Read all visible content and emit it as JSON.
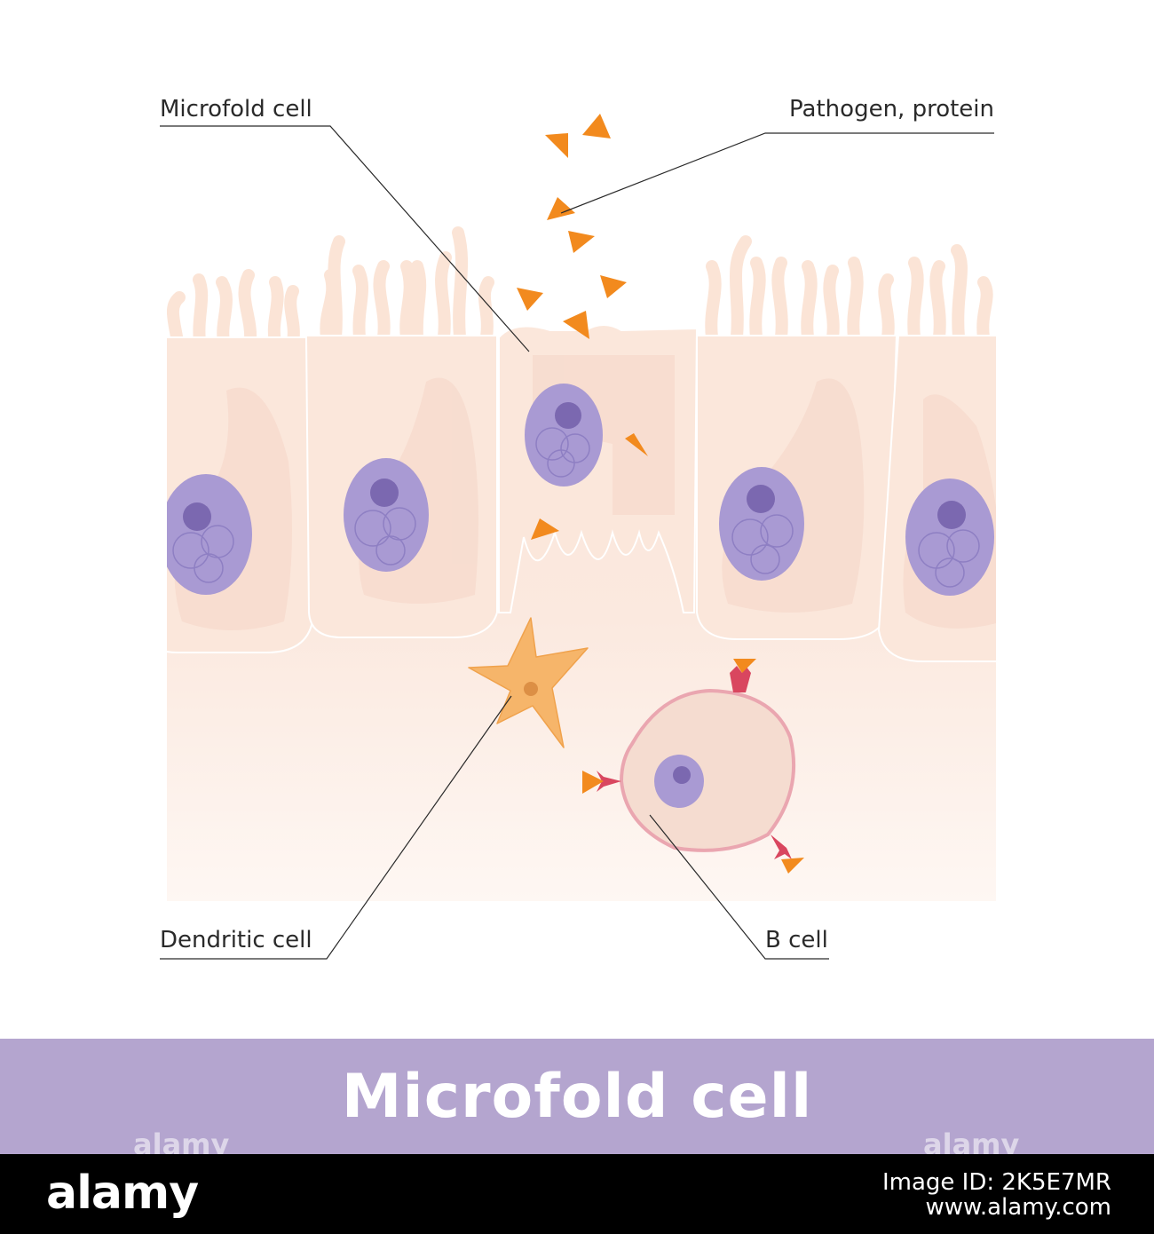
{
  "labels": {
    "microfold_cell": "Microfold cell",
    "pathogen_protein": "Pathogen, protein",
    "dendritic_cell": "Dendritic cell",
    "b_cell": "B cell"
  },
  "title": "Microfold cell",
  "watermark": "alamy",
  "footer": {
    "logo": "alamy",
    "image_id": "Image ID: 2K5E7MR",
    "site": "www.alamy.com"
  },
  "colors": {
    "epithelium": "#fbe8dc",
    "cell_outline": "#ffffff",
    "nucleus": "#a99ad3",
    "nucleolus": "#7b68b0",
    "antigen": "#f28a1e",
    "dendritic": "#f6b56a",
    "b_cell_membrane": "#eaa6b0",
    "receptor": "#d9465f",
    "title_band": "#b4a5cf"
  },
  "icons": {
    "antigen": "triangle-icon",
    "receptor": "y-receptor-icon"
  }
}
